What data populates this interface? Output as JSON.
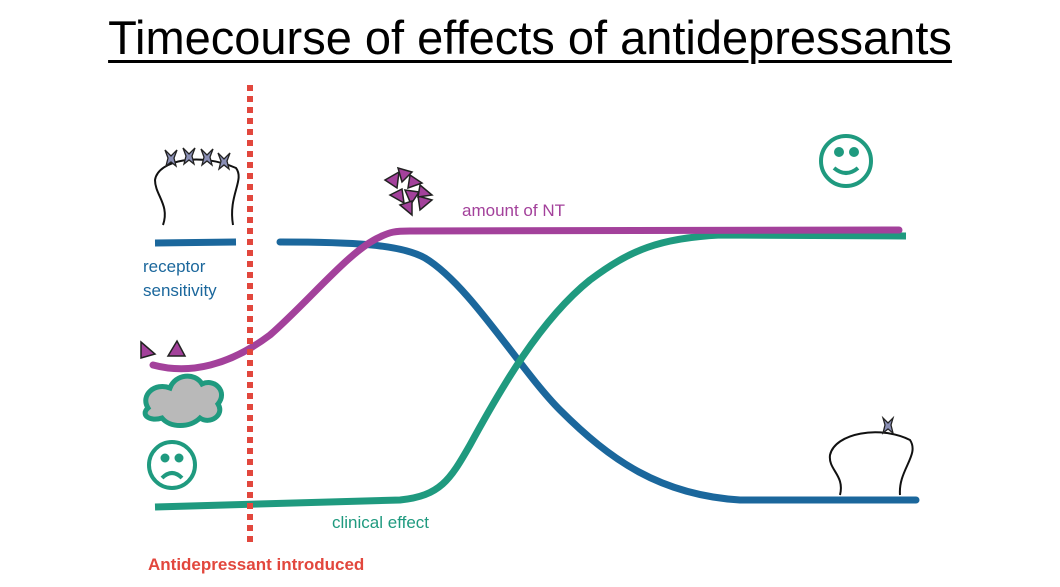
{
  "title": "Timecourse of effects of antidepressants",
  "labels": {
    "receptor_line1": "receptor",
    "receptor_line2": "sensitivity",
    "nt": "amount of NT",
    "clinical": "clinical effect",
    "introduced": "Antidepressant introduced"
  },
  "colors": {
    "receptor": "#1b679c",
    "nt": "#a3419b",
    "clinical": "#1f9a7f",
    "marker": "#e2473d"
  },
  "icons": [
    "neuron-many-receptors-icon",
    "neuron-few-receptors-icon",
    "neurotransmitter-cluster-icon",
    "neurotransmitter-pair-icon",
    "rain-cloud-icon",
    "sad-face-icon",
    "happy-face-icon"
  ]
}
